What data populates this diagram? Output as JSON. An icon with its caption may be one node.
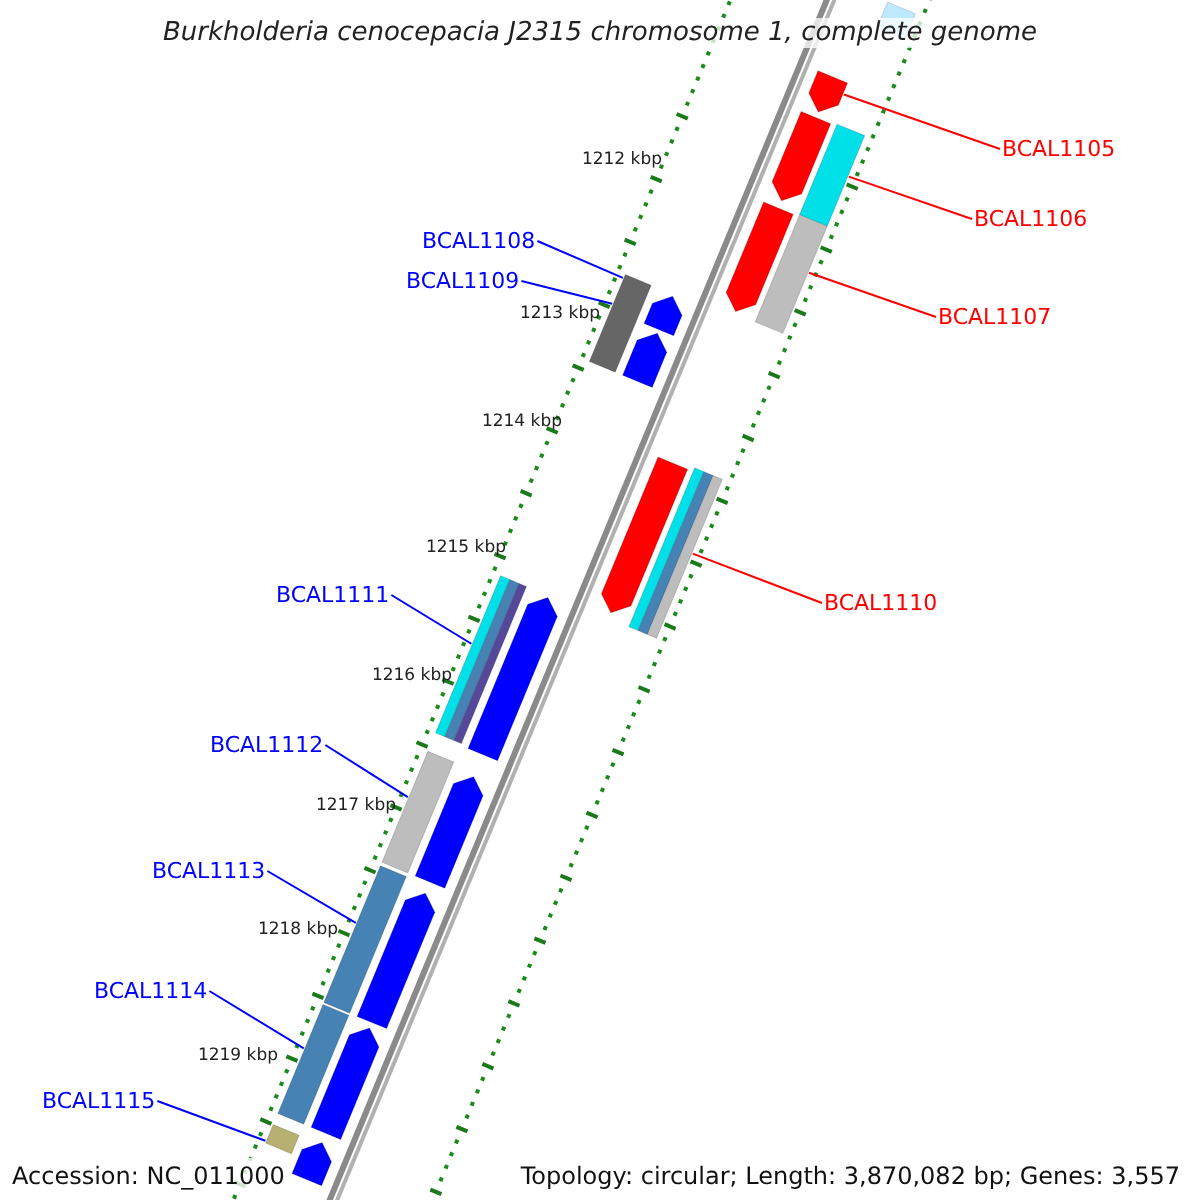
{
  "diagram": {
    "title": "Burkholderia cenocepacia J2315 chromosome 1, complete genome",
    "nodes": [
      {
        "text": [
          "BCAL1105"
        ]
      },
      {
        "text": [
          "BCAL1106"
        ]
      },
      {
        "text": [
          "BCAL1108"
        ]
      },
      {
        "text": [
          "BCAL1109"
        ]
      },
      {
        "text": [
          "BCAL1107"
        ]
      },
      {
        "text": [
          "BCAL1111"
        ]
      },
      {
        "text": [
          "BCAL1110"
        ]
      },
      {
        "text": [
          "BCAL1112"
        ]
      },
      {
        "text": [
          "BCAL1113"
        ]
      },
      {
        "text": [
          "BCAL1114"
        ]
      },
      {
        "text": [
          "BCAL1115"
        ]
      },
      {
        "text": [],
        "shape": "bar"
      },
      {
        "text": [],
        "shape": "bar"
      },
      {
        "text": [],
        "shape": "bar"
      },
      {
        "text": [],
        "shape": "bar"
      },
      {
        "text": [],
        "shape": "bar"
      },
      {
        "text": [],
        "shape": "bar"
      },
      {
        "text": [],
        "shape": "bar"
      },
      {
        "text": [],
        "shape": "bar"
      },
      {
        "text": [],
        "shape": "bar"
      },
      {
        "text": [],
        "shape": "bar"
      },
      {
        "text": [],
        "shape": "bar"
      },
      {
        "text": [],
        "shape": "bar"
      },
      {
        "text": [],
        "shape": "bar"
      },
      {
        "text": [],
        "shape": "bar"
      },
      {
        "text": [],
        "shape": "bar"
      },
      {
        "text": [],
        "shape": "bar"
      },
      {
        "text": [],
        "shape": "bar"
      },
      {
        "text": [],
        "shape": "bar"
      },
      {
        "text": [],
        "shape": "bar"
      },
      {
        "text": [],
        "shape": "bar"
      },
      {
        "text": [],
        "shape": "bar"
      }
    ],
    "edges": [
      {
        "from": 0,
        "to": 12,
        "arrow": "none",
        "color": "#ff0000"
      },
      {
        "from": 1,
        "to": 13,
        "arrow": "none",
        "color": "#ff0000"
      },
      {
        "from": 2,
        "to": 17,
        "arrow": "none"
      },
      {
        "from": 3,
        "to": 17,
        "arrow": "none"
      },
      {
        "from": 4,
        "to": 15,
        "arrow": "none",
        "color": "#ff0000"
      },
      {
        "from": 5,
        "to": 22,
        "arrow": "none"
      },
      {
        "from": 6,
        "to": 20,
        "arrow": "none",
        "color": "#ff0000"
      },
      {
        "from": 7,
        "to": 24,
        "arrow": "none"
      },
      {
        "from": 8,
        "to": 26,
        "arrow": "none"
      },
      {
        "from": 9,
        "to": 28,
        "arrow": "none"
      },
      {
        "from": 10,
        "to": 30,
        "arrow": "none"
      }
    ],
    "labels": [
      "1212 kbp",
      "1213 kbp",
      "1214 kbp",
      "1215 kbp",
      "1216 kbp",
      "1217 kbp",
      "1218 kbp",
      "1219 kbp",
      "Accession: NC_011000",
      "Topology: circular; Length: 3,870,082 bp; Genes: 3,557"
    ]
  }
}
